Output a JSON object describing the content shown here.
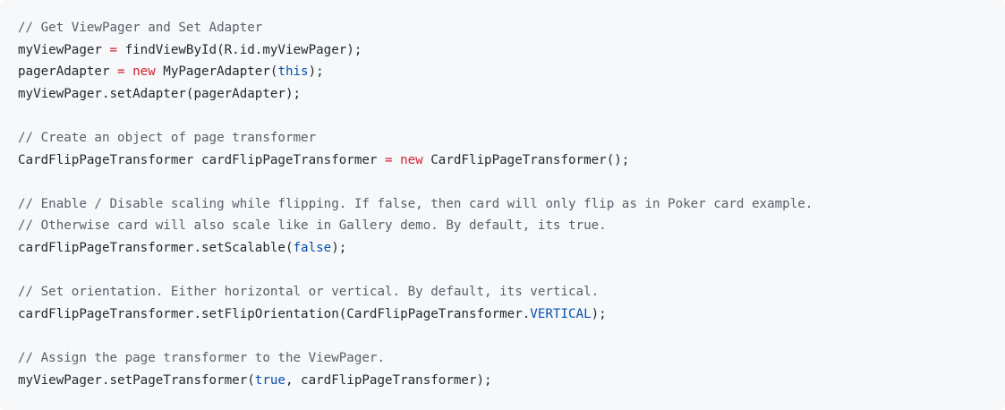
{
  "code_block": {
    "language": "java",
    "colors": {
      "background": "#f6f8fa",
      "text": "#24292f",
      "comment": "#57606a",
      "keyword": "#cf222e",
      "constant": "#0550ae"
    },
    "lines": [
      [
        {
          "t": "c",
          "v": "// Get ViewPager and Set Adapter"
        }
      ],
      [
        {
          "t": "p",
          "v": "myViewPager "
        },
        {
          "t": "o",
          "v": "="
        },
        {
          "t": "p",
          "v": " findViewById(R.id.myViewPager);"
        }
      ],
      [
        {
          "t": "p",
          "v": "pagerAdapter "
        },
        {
          "t": "o",
          "v": "="
        },
        {
          "t": "p",
          "v": " "
        },
        {
          "t": "k",
          "v": "new"
        },
        {
          "t": "p",
          "v": " MyPagerAdapter("
        },
        {
          "t": "b",
          "v": "this"
        },
        {
          "t": "p",
          "v": ");"
        }
      ],
      [
        {
          "t": "p",
          "v": "myViewPager.setAdapter(pagerAdapter);"
        }
      ],
      [],
      [
        {
          "t": "c",
          "v": "// Create an object of page transformer"
        }
      ],
      [
        {
          "t": "p",
          "v": "CardFlipPageTransformer cardFlipPageTransformer "
        },
        {
          "t": "o",
          "v": "="
        },
        {
          "t": "p",
          "v": " "
        },
        {
          "t": "k",
          "v": "new"
        },
        {
          "t": "p",
          "v": " CardFlipPageTransformer();"
        }
      ],
      [],
      [
        {
          "t": "c",
          "v": "// Enable / Disable scaling while flipping. If false, then card will only flip as in Poker card example."
        }
      ],
      [
        {
          "t": "c",
          "v": "// Otherwise card will also scale like in Gallery demo. By default, its true."
        }
      ],
      [
        {
          "t": "p",
          "v": "cardFlipPageTransformer.setScalable("
        },
        {
          "t": "b",
          "v": "false"
        },
        {
          "t": "p",
          "v": ");"
        }
      ],
      [],
      [
        {
          "t": "c",
          "v": "// Set orientation. Either horizontal or vertical. By default, its vertical."
        }
      ],
      [
        {
          "t": "p",
          "v": "cardFlipPageTransformer.setFlipOrientation(CardFlipPageTransformer."
        },
        {
          "t": "b",
          "v": "VERTICAL"
        },
        {
          "t": "p",
          "v": ");"
        }
      ],
      [],
      [
        {
          "t": "c",
          "v": "// Assign the page transformer to the ViewPager."
        }
      ],
      [
        {
          "t": "p",
          "v": "myViewPager.setPageTransformer("
        },
        {
          "t": "b",
          "v": "true"
        },
        {
          "t": "p",
          "v": ", cardFlipPageTransformer);"
        }
      ]
    ]
  }
}
